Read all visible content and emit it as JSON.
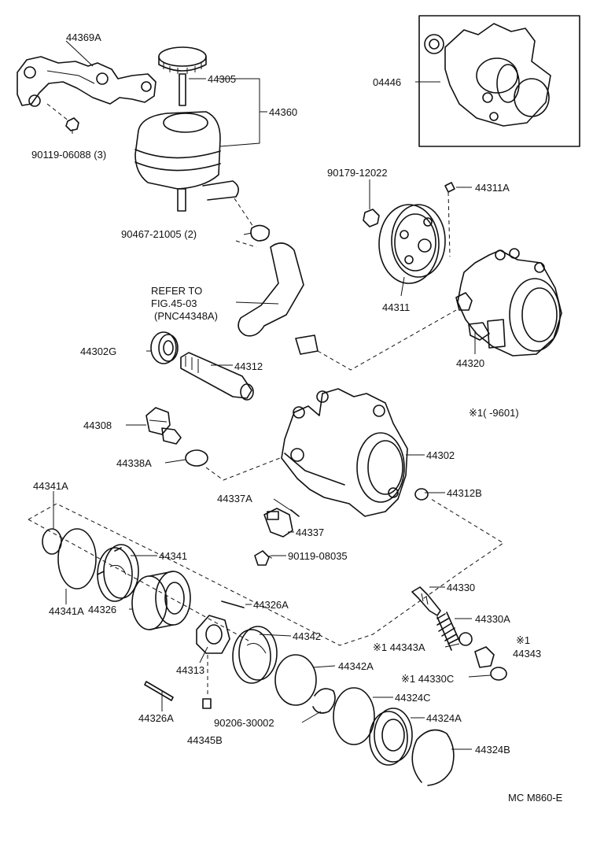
{
  "labels": {
    "p44369a": "44369A",
    "p44305": "44305",
    "p44360": "44360",
    "p04446": "04446",
    "p90119_06088": "90119-06088 (3)",
    "p90179": "90179-12022",
    "p44311a": "44311A",
    "p90467": "90467-21005 (2)",
    "refer1": "REFER TO",
    "refer2": "FIG.45-03",
    "refer3": "(PNC44348A)",
    "p44311": "44311",
    "p44302g": "44302G",
    "p44312": "44312",
    "p44320": "44320",
    "note_range": "※1(      -9601)",
    "p44308": "44308",
    "p44338a": "44338A",
    "p44302": "44302",
    "p44341a_top": "44341A",
    "p44337a": "44337A",
    "p44312b": "44312B",
    "p44337": "44337",
    "p90119_08035": "90119-08035",
    "p44341": "44341",
    "p44330": "44330",
    "p44341a_bot": "44341A",
    "p44326a_top": "44326A",
    "p44330a": "44330A",
    "p44326": "44326",
    "p44342": "44342",
    "p44343a": "※1 44343A",
    "mark_44343": "※1",
    "p44343": "44343",
    "p44313": "44313",
    "p44342a": "44342A",
    "p44330c": "※1 44330C",
    "p44324c": "44324C",
    "p44326a_bot": "44326A",
    "p90206": "90206-30002",
    "p44324a": "44324A",
    "p44345b": "44345B",
    "p44324b": "44324B",
    "figure_code": "MC M860-E"
  }
}
